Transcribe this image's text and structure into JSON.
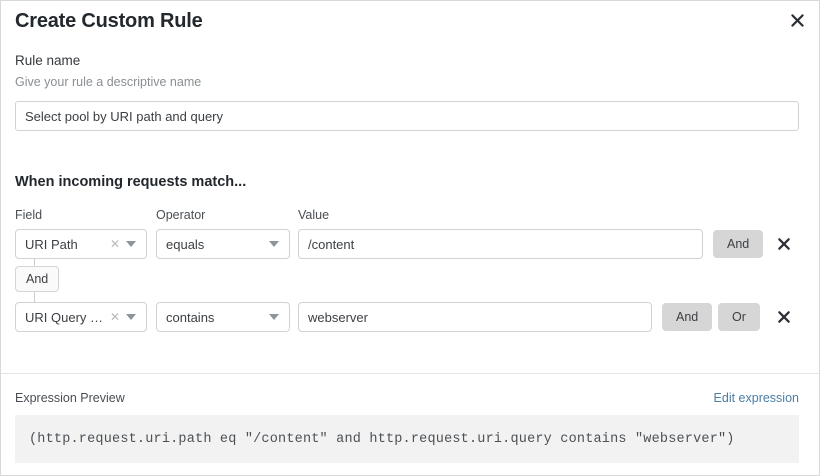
{
  "modal": {
    "title": "Create Custom Rule",
    "close_icon": "close-icon"
  },
  "rule_name": {
    "label": "Rule name",
    "help": "Give your rule a descriptive name",
    "value": "Select pool by URI path and query",
    "placeholder": "Give your rule a descriptive name"
  },
  "match_section": {
    "heading": "When incoming requests match...",
    "columns": {
      "field": "Field",
      "operator": "Operator",
      "value": "Value"
    },
    "connector": {
      "label": "And"
    },
    "rows": [
      {
        "field": "URI Path",
        "field_clear_icon": "clear-icon",
        "field_caret_icon": "chevron-down-icon",
        "operator": "equals",
        "operator_caret_icon": "chevron-down-icon",
        "value": "/content",
        "value_placeholder": "Value",
        "logic_and": "And",
        "remove_icon": "close-icon"
      },
      {
        "field": "URI Query St...",
        "field_clear_icon": "clear-icon",
        "field_caret_icon": "chevron-down-icon",
        "operator": "contains",
        "operator_caret_icon": "chevron-down-icon",
        "value": "webserver",
        "value_placeholder": "Value",
        "logic_and": "And",
        "logic_or": "Or",
        "remove_icon": "close-icon"
      }
    ]
  },
  "expression_preview": {
    "label": "Expression Preview",
    "edit_link": "Edit expression",
    "expression": "(http.request.uri.path eq \"/content\" and http.request.uri.query contains \"webserver\")"
  },
  "colors": {
    "link": "#4a7fa8",
    "logic_button_bg": "#d6d6d6",
    "code_bg": "#f2f2f2",
    "border": "#cfd3d6"
  }
}
